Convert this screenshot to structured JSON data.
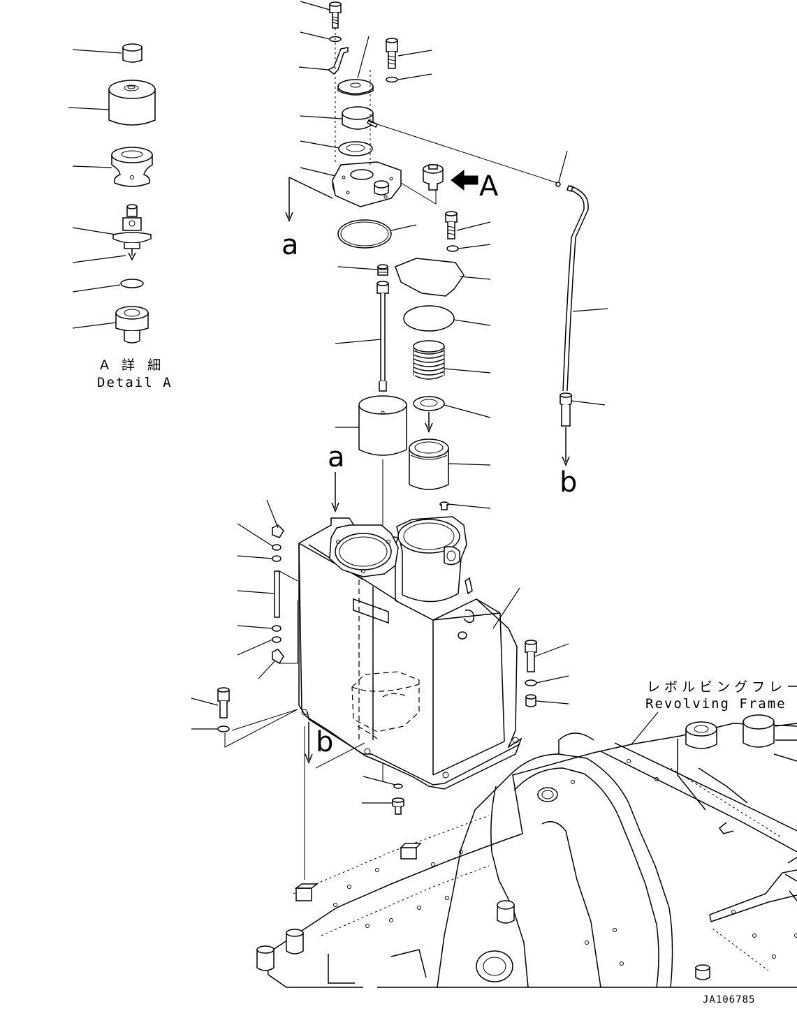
{
  "detail": {
    "title_jp": "A 詳 細",
    "title_en": "Detail A"
  },
  "callouts": {
    "view_a": "A",
    "ref_a_top": "a",
    "ref_a_tank": "a",
    "ref_b_pipe": "b",
    "ref_b_tank": "b"
  },
  "frame_label": {
    "jp": "レボルビングフレーム",
    "en": "Revolving Frame"
  },
  "drawing_code": "JA106785"
}
